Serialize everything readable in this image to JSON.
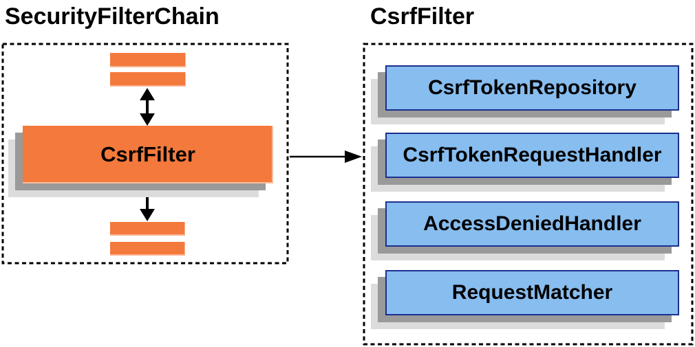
{
  "titles": {
    "left": "SecurityFilterChain",
    "right": "CsrfFilter"
  },
  "security_filter_chain": {
    "csrf_filter_label": "CsrfFilter",
    "other_filter_bars_above": 2,
    "other_filter_bars_below": 2
  },
  "csrf_filter_panel": {
    "components": [
      "CsrfTokenRepository",
      "CsrfTokenRequestHandler",
      "AccessDeniedHandler",
      "RequestMatcher"
    ]
  },
  "icons": {
    "bidirectional_arrow": "up-down double-headed arrow",
    "flow_arrow": "right-pointing arrow"
  },
  "colors": {
    "orange": "#F4793C",
    "blue": "#87BDEF",
    "navy": "#1B2F8F",
    "shadow_medium": "#9A9A9A",
    "shadow_light": "#DCDCDC",
    "dash": "#000000",
    "arrow": "#000000",
    "text": "#000000",
    "background": "#FFFFFF"
  }
}
